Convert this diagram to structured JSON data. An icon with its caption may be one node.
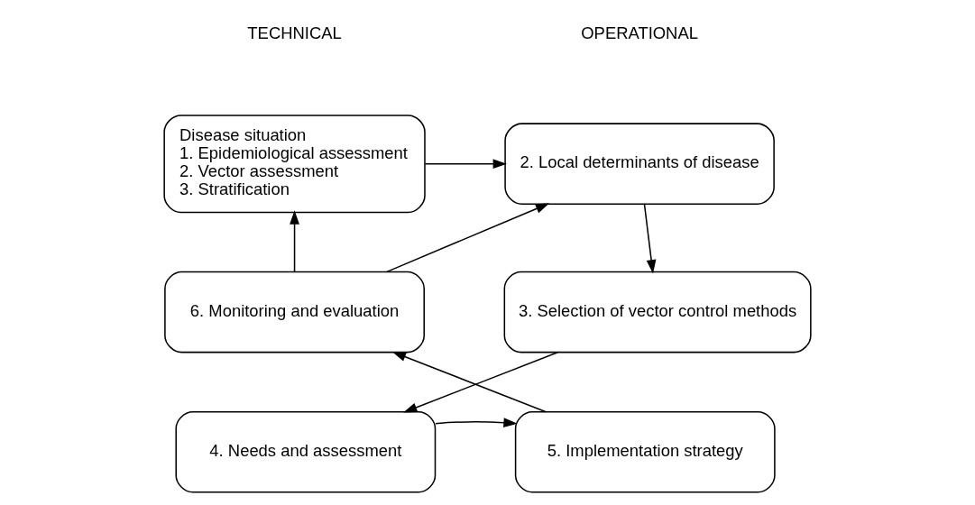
{
  "diagram": {
    "nodes": [
      {
        "text": [
          "Disease situation",
          "1. Epidemiological assessment",
          "2. Vector assessment",
          "3. Stratification"
        ]
      },
      {
        "text": [
          "2. Local determinants of disease"
        ]
      },
      {
        "text": [
          "3. Selection of vector control methods"
        ]
      },
      {
        "text": [
          "4. Needs and assessment"
        ]
      },
      {
        "text": [
          "5. Implementation strategy"
        ]
      },
      {
        "text": [
          "6. Monitoring and evaluation"
        ]
      }
    ],
    "edges": [
      {
        "from": 0,
        "to": 1,
        "arrow": "to"
      },
      {
        "from": 5,
        "to": 1,
        "arrow": "to"
      },
      {
        "from": 1,
        "to": 2,
        "arrow": "to"
      },
      {
        "from": 2,
        "to": 3,
        "arrow": "to"
      },
      {
        "from": 3,
        "to": 4,
        "arrow": "to"
      },
      {
        "from": 4,
        "to": 5,
        "arrow": "to"
      },
      {
        "from": 5,
        "to": 0,
        "arrow": "to"
      }
    ],
    "labels": [
      "TECHNICAL",
      "OPERATIONAL"
    ]
  }
}
